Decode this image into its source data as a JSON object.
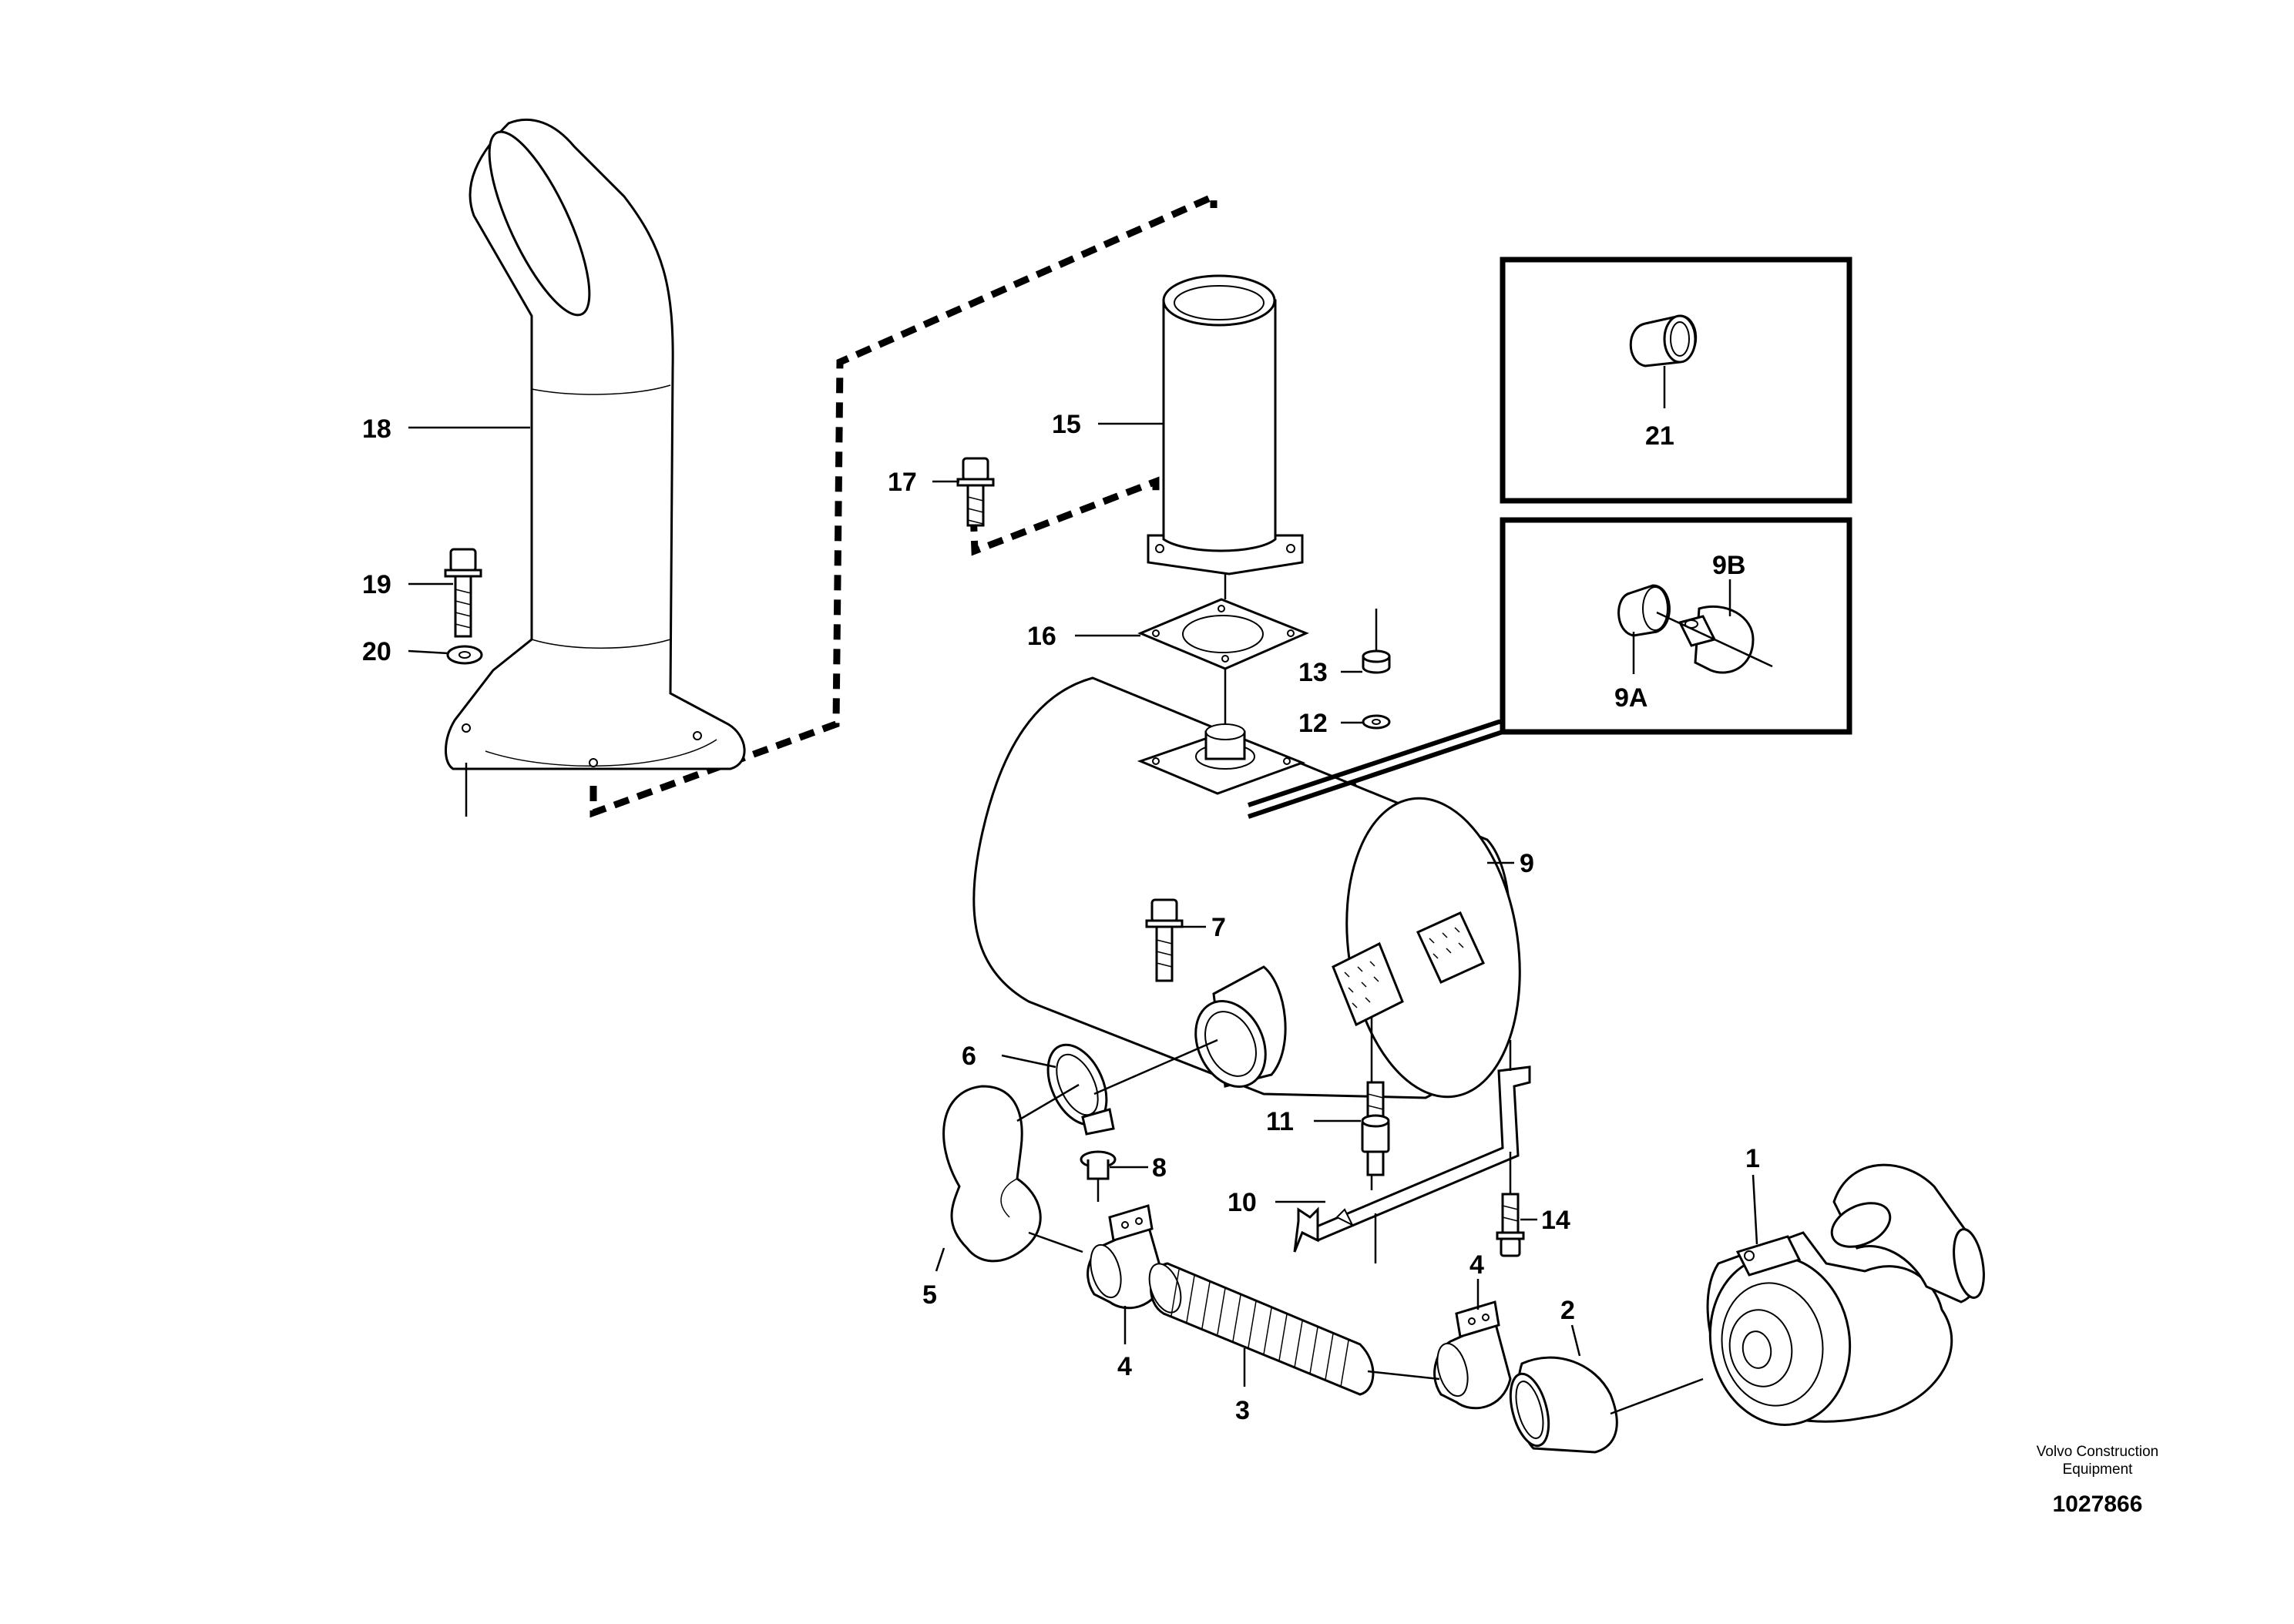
{
  "diagram": {
    "labels": [
      "1",
      "2",
      "3",
      "4",
      "4",
      "5",
      "6",
      "7",
      "8",
      "9",
      "9A",
      "9B",
      "10",
      "11",
      "12",
      "13",
      "14",
      "15",
      "16",
      "17",
      "18",
      "19",
      "20",
      "21"
    ],
    "caption": {
      "line1": "Volvo Construction",
      "line2": "Equipment",
      "number": "1027866"
    }
  }
}
